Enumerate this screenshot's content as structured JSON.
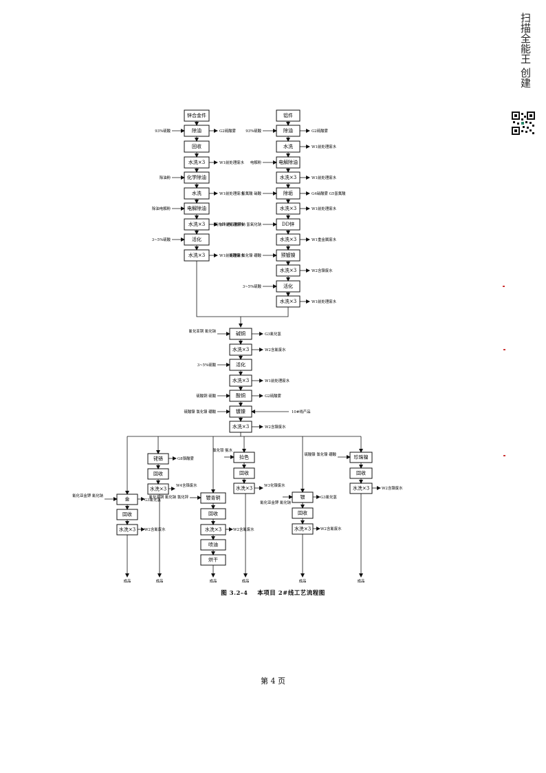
{
  "stamp": {
    "text": "扫描全能王 创建"
  },
  "boxes": {
    "l1": "锌合金件",
    "l2": "除油",
    "l3": "回收",
    "l4": "水洗×3",
    "l5": "化学除油",
    "l6": "水洗",
    "l7": "电解除油",
    "l8": "水洗×3",
    "l9": "活化",
    "l10": "水洗×3",
    "r1": "铝件",
    "r2": "除油",
    "r3": "水洗",
    "r4": "电解除油",
    "r5": "水洗×3",
    "r6": "除垢",
    "r7": "水洗×3",
    "r8": "DD锌",
    "r9": "水洗×3",
    "r10": "预镀镍",
    "r11": "水洗×3",
    "r12": "活化",
    "r13": "水洗×3",
    "m1": "碱铜",
    "m2": "水洗×3",
    "m3": "活化",
    "m4": "水洗×3",
    "m5": "酸铜",
    "m6": "镀镍",
    "m7": "水洗×3",
    "b1a": "金",
    "b1b": "回收",
    "b1c": "水洗×3",
    "b2a": "铑铬",
    "b2b": "回收",
    "b2c": "水洗×3",
    "b3a": "镀青铜",
    "b3b": "回收",
    "b3c": "水洗×3",
    "b3d": "喷油",
    "b3e": "烘干",
    "b4a": "拉色",
    "b4b": "回收",
    "b4c": "水洗×3",
    "b5a": "银",
    "b5b": "回收",
    "b5c": "水洗×3",
    "b6a": "珍珠镍",
    "b6b": "回收",
    "b6c": "水洗×3"
  },
  "labels": {
    "l_in1": "93%硫酸",
    "l_out1": "G2硫酸雾",
    "l_out2": "W1前处理废水",
    "l_in2": "除油粉",
    "l_out3": "W1前处理废水",
    "l_in3": "除油电解粉",
    "l_out4": "W1前处理废水",
    "l_in4": "3~5%硫酸",
    "l_out5": "W1前处理废水",
    "r_in1": "93%硫酸",
    "r_out1": "G2硫酸雾",
    "r_out2": "W1前处理废水",
    "r_in2": "电解粉",
    "r_out3": "W1前处理废水",
    "r_in3": "氢氟酸 硝酸",
    "r_out4": "G4硝酸雾 G5氢氟酸",
    "r_out5": "W1前处理废水",
    "r_in4": "氧化锌 酒石酸钾钠 氢氧化钠",
    "r_out6": "W1重金属废水",
    "r_in5": "硫酸镍 氯化镍 硼酸",
    "r_out7": "W2含镍废水",
    "r_in6": "3~5%硫酸",
    "r_out8": "W1前处理废水",
    "m_in1": "氰化亚铜 氰化钠",
    "m_out1": "G3氰化氢",
    "m_out2": "W2含氰废水",
    "m_in2": "3~5%硫酸",
    "m_out3": "W1前处理废水",
    "m_in3": "硫酸铜 硫酸",
    "m_out4": "G2硫酸雾",
    "m_in4": "硫酸镍 氯化镍 硼酸",
    "m_side": "10#线产品",
    "m_out5": "W2含镍废水",
    "b1_in": "氰化亚金钾 氰化钠",
    "b1_out1": "G3氰化氢",
    "b1_out2": "W2含氰废水",
    "b2_out1": "G8铬酸雾",
    "b2_out2": "W4含铬废水",
    "b3_in": "氰化亚铜 氰化钠 氯化锌",
    "b3_out": "W2含氰废水",
    "b4_in": "氯化铵 氨水",
    "b4_out": "W3化镍废水",
    "b5_in": "氰化亚金钾 氰化钠",
    "b5_out1": "G3氰化氢",
    "b5_out2": "W2含氰废水",
    "b6_in": "硫酸镍 氯化镍 硼酸",
    "b6_out": "W2含镍废水",
    "product": "成品"
  },
  "caption": {
    "number": "图 3.2-4",
    "title": "本项目 2#线工艺流程图"
  },
  "page": {
    "number": "第 4 页"
  }
}
